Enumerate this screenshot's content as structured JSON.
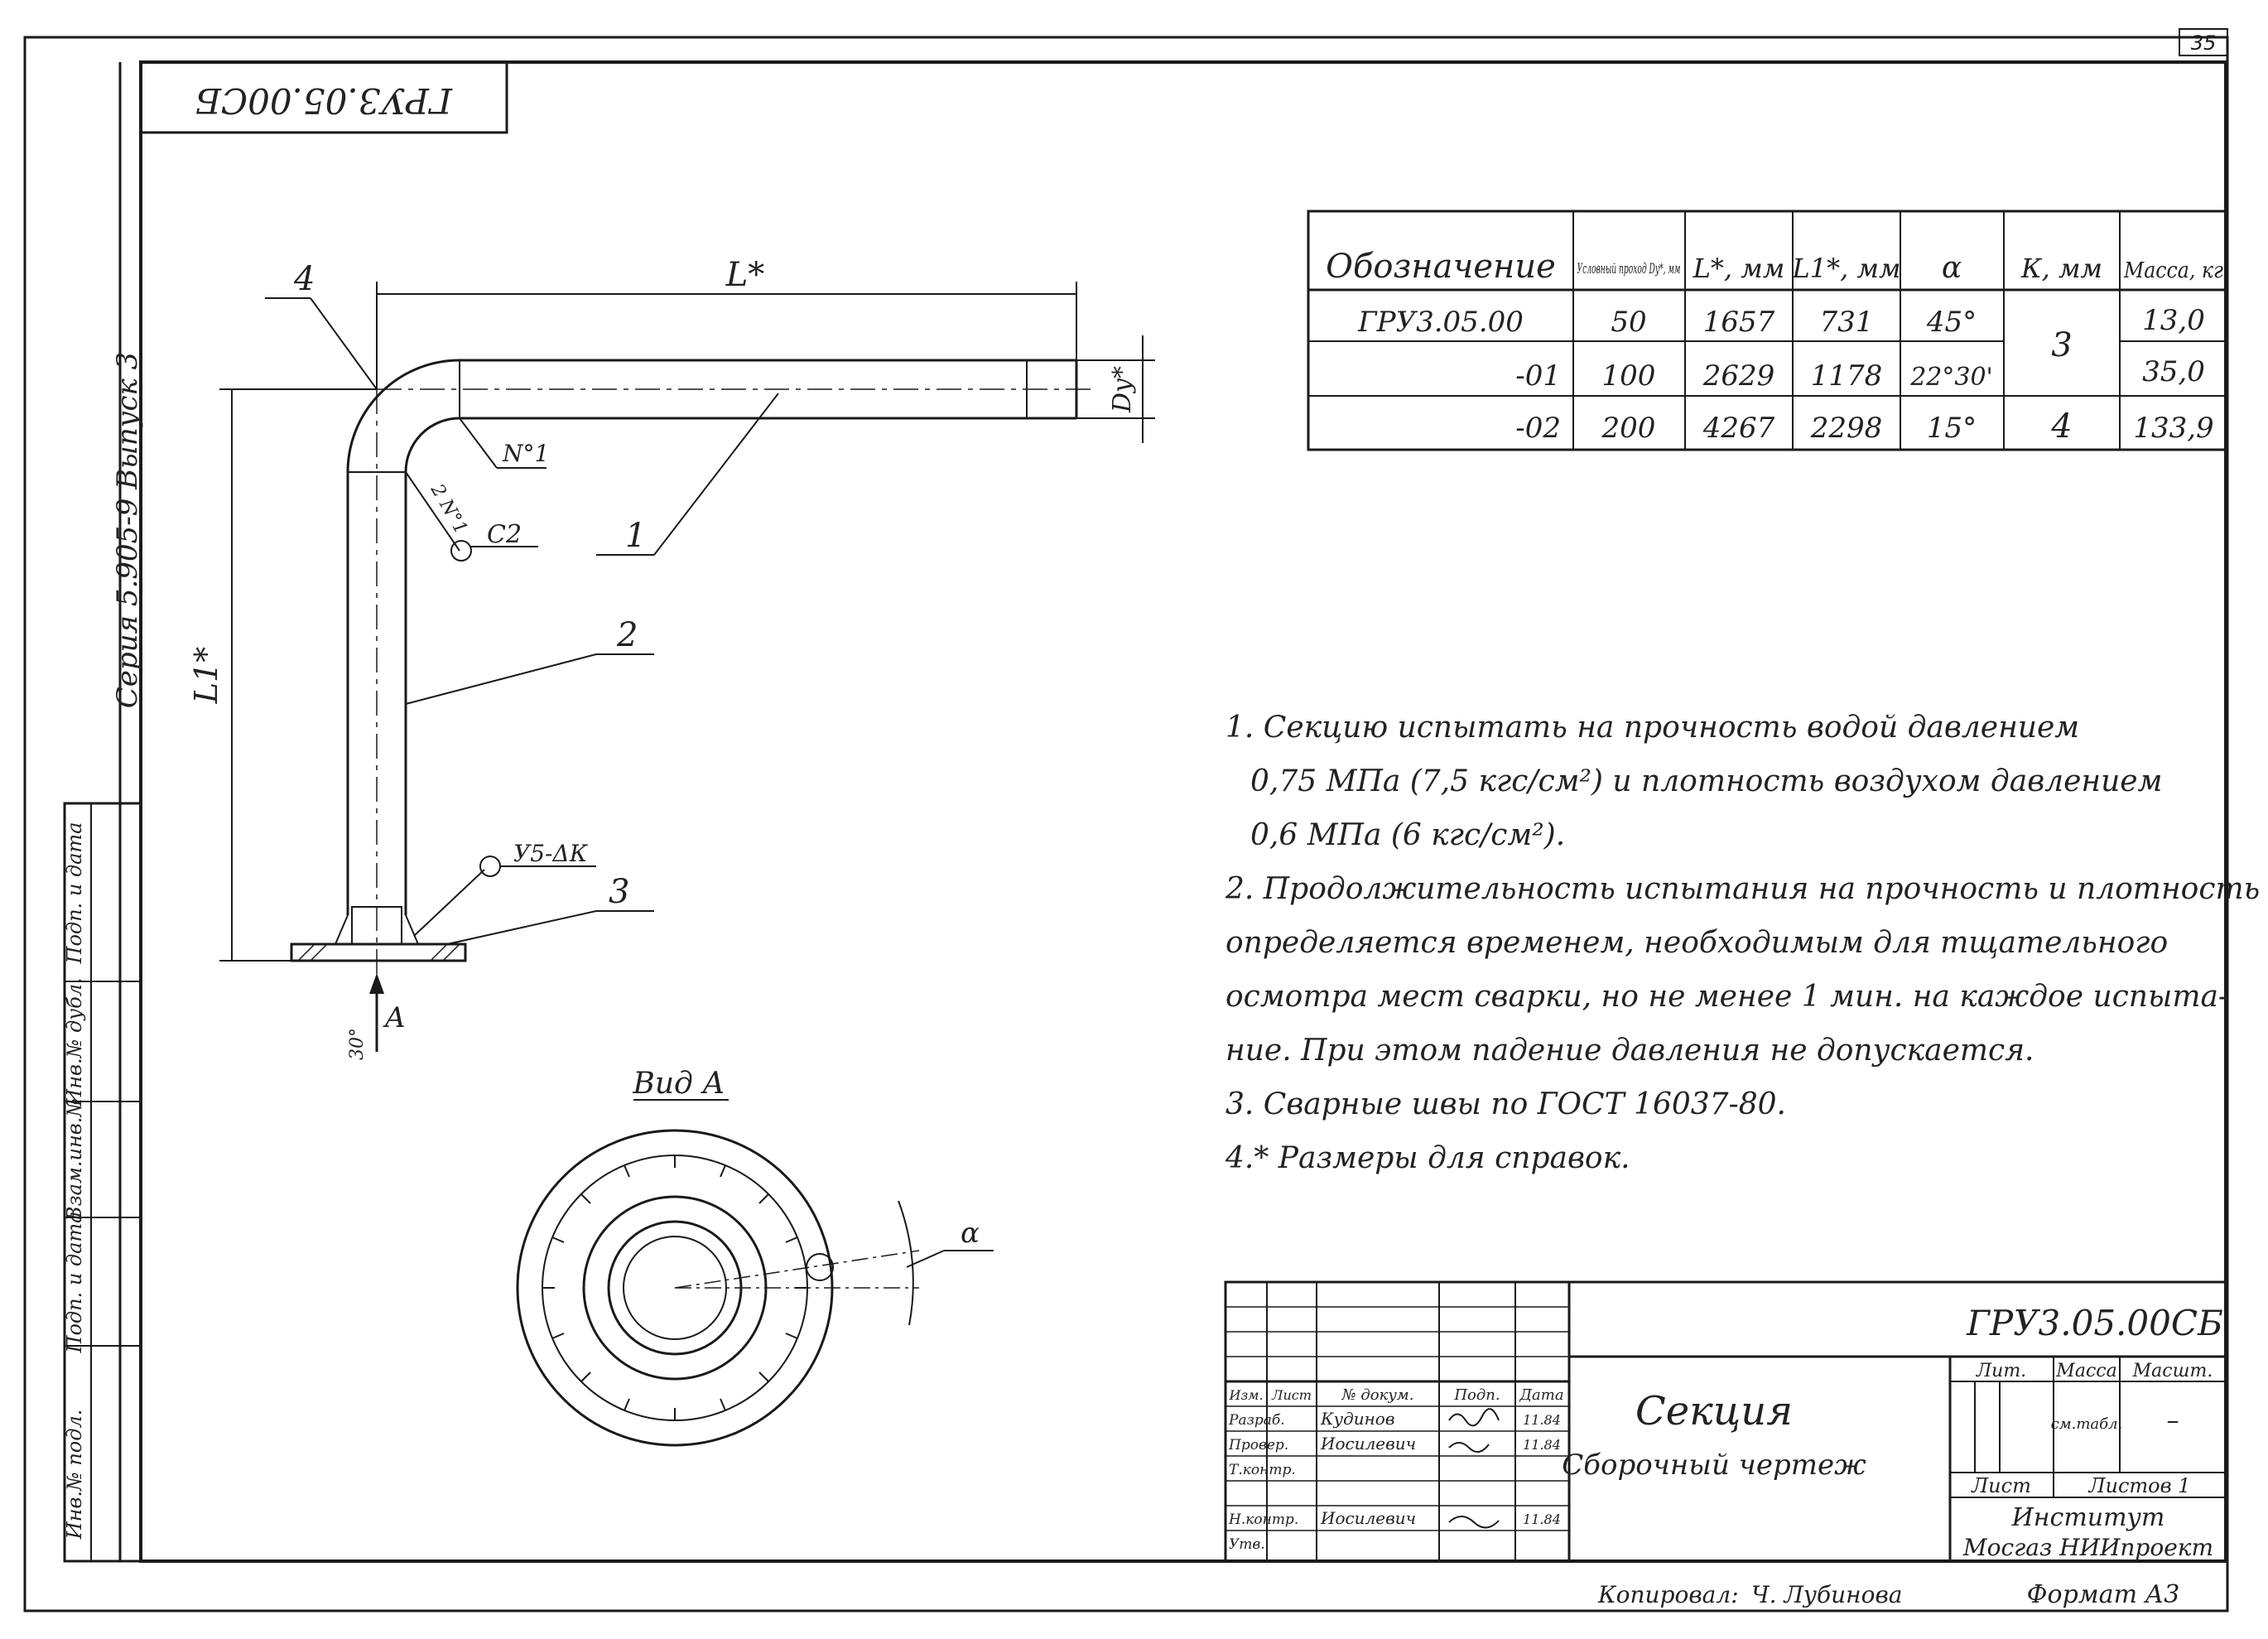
{
  "sheet_number": "35",
  "stamp_code_rotated": "ГРУ3.05.00СБ",
  "series_label": "Серия  5.905-9   Выпуск 3",
  "left_strip_labels": [
    "Инв.№ подл.",
    "Подп. и дата",
    "Взам.инв.№",
    "Инв.№ дубл.",
    "Подп. и дата"
  ],
  "drawing": {
    "label_L": "L*",
    "label_L1": "L1*",
    "label_Dy": "Dy*",
    "part_1": "1",
    "part_2": "2",
    "part_3": "3",
    "part_4": "4",
    "weld_n1": "N°1",
    "weld_2n1": "2 N°1",
    "weld_c2": "С2",
    "weld_u5": "У5-ΔК",
    "angle_30": "30°",
    "arrow_A": "A",
    "view_A_title": "Вид А",
    "alpha": "α"
  },
  "spec_table": {
    "headers": [
      "Обозначение",
      "Условный проход Dy*, мм",
      "L*, мм",
      "L1*, мм",
      "α",
      "К, мм",
      "Масса, кг"
    ],
    "rows": [
      [
        "ГРУ3.05.00",
        "50",
        "1657",
        "731",
        "45°",
        "3",
        "13,0"
      ],
      [
        "-01",
        "100",
        "2629",
        "1178",
        "22°30'",
        "",
        "35,0"
      ],
      [
        "-02",
        "200",
        "4267",
        "2298",
        "15°",
        "4",
        "133,9"
      ]
    ]
  },
  "notes": [
    "1. Секцию испытать на прочность водой давлением",
    "0,75 МПа (7,5 кгс/см²) и плотность воздухом давлением",
    "0,6 МПа (6 кгс/см²).",
    "2. Продолжительность испытания на прочность и плотность",
    "определяется временем, необходимым для тщательного",
    "осмотра мест сварки, но не менее 1 мин. на каждое испыта-",
    "ние. При этом падение давления не допускается.",
    "3. Сварные швы по ГОСТ 16037-80.",
    "4.* Размеры для справок."
  ],
  "title_block": {
    "doc_code": "ГРУ3.05.00СБ",
    "name": "Секция",
    "subname": "Сборочный чертеж",
    "col_labels": [
      "Изм.",
      "Лист",
      "№ докум.",
      "Подп.",
      "Дата"
    ],
    "roles": [
      "Разраб.",
      "Провер.",
      "Т.контр.",
      "",
      "Н.контр.",
      "Утв."
    ],
    "names": [
      "Кудинов",
      "Иосилевич",
      "",
      "",
      "Иосилевич",
      ""
    ],
    "dates": [
      "11.84",
      "11.84",
      "",
      "",
      "11.84",
      ""
    ],
    "lit_label": "Лит.",
    "mass_label": "Масса",
    "scale_label": "Масшт.",
    "mass_value": "см.табл.",
    "scale_value": "–",
    "sheet_label": "Лист",
    "sheets_label": "Листов 1",
    "org_line1": "Институт",
    "org_line2": "Мосгаз НИИпроект",
    "copied": "Копировал:",
    "copier_name": "Ч. Лубинова",
    "format": "Формат А3"
  }
}
